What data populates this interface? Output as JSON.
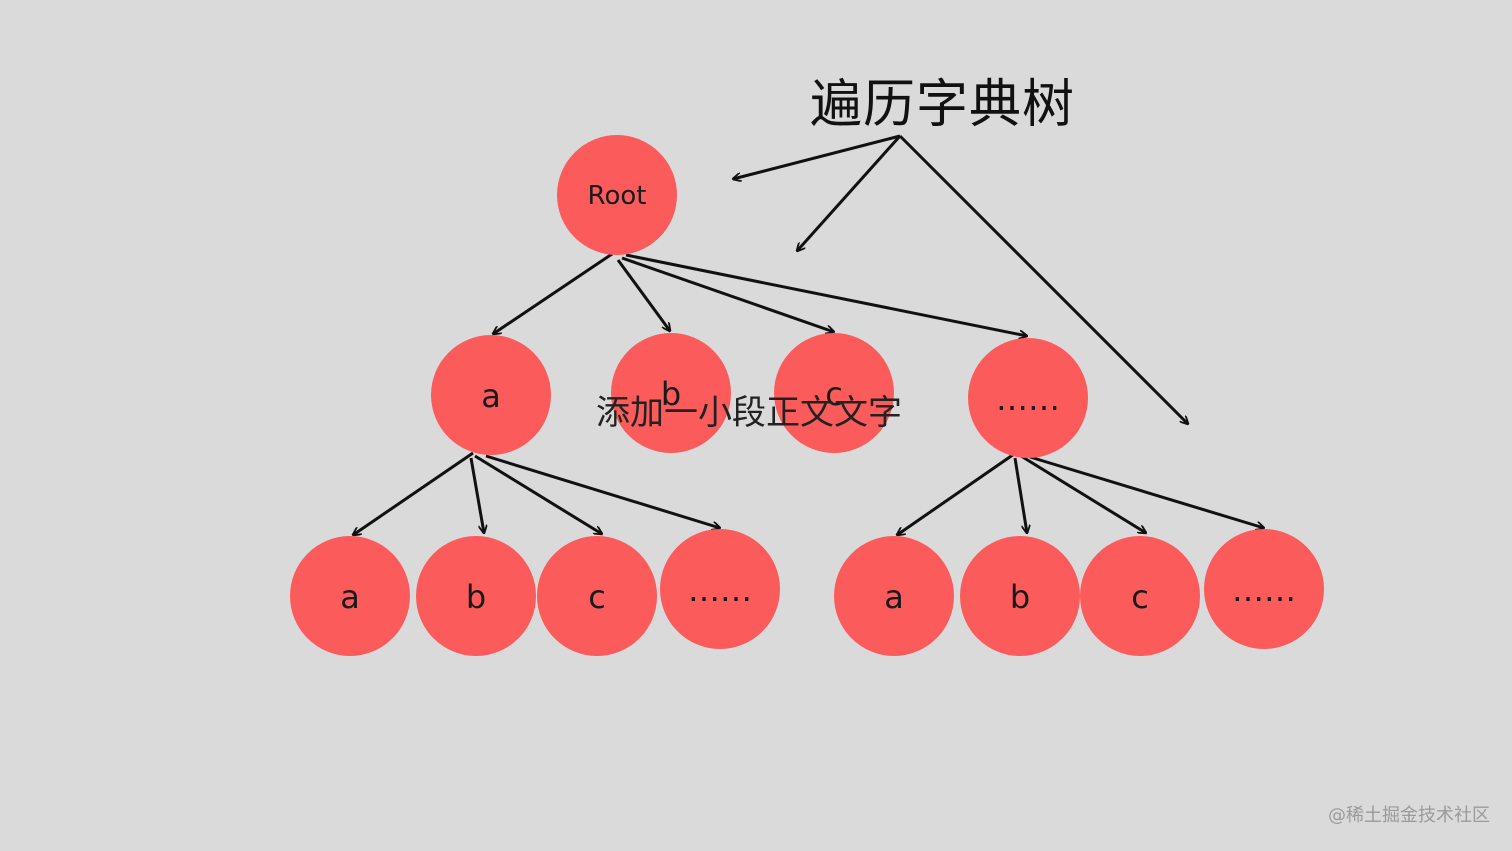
{
  "title": "遍历字典树",
  "overlay_text": "添加一小段正文文字",
  "watermark": "@稀土掘金技术社区",
  "colors": {
    "background": "#dadada",
    "node_fill": "#fc5b5b",
    "edge": "#111111",
    "text": "#1a1a1a"
  },
  "tree": {
    "root": "Root",
    "level1": [
      "a",
      "b",
      "c",
      "……"
    ],
    "level2_left": [
      "a",
      "b",
      "c",
      "……"
    ],
    "level2_right": [
      "a",
      "b",
      "c",
      "……"
    ]
  }
}
